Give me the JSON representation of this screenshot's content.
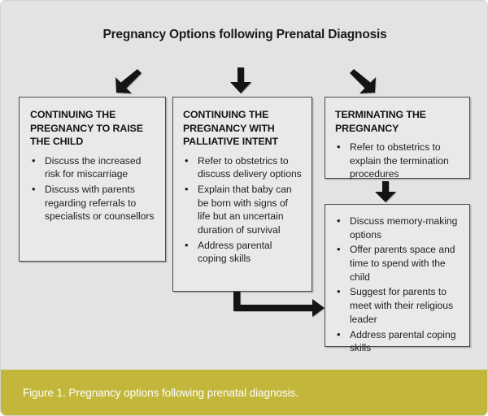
{
  "figure": {
    "title": "Pregnancy Options following Prenatal Diagnosis",
    "caption": "Figure 1. Pregnancy options following prenatal diagnosis.",
    "background_color": "#e3e3e3",
    "caption_color": "#c3b73b",
    "caption_text_color": "#ffffff",
    "box_border_color": "#4a4a4a",
    "box_fill_color": "#e9e9e9",
    "arrow_color": "#141414"
  },
  "boxes": {
    "continue_raise": {
      "heading": "CONTINUING THE PREGNANCY TO RAISE THE CHILD",
      "bullets": [
        "Discuss the increased risk for miscarriage",
        "Discuss with parents regarding referrals to specialists or counsellors"
      ]
    },
    "continue_palliative": {
      "heading": "CONTINUING THE PREGNANCY WITH PALLIATIVE INTENT",
      "bullets": [
        "Refer to obstetrics to discuss delivery options",
        "Explain that baby can be born with signs of life but an uncertain duration of survival",
        "Address parental coping skills"
      ]
    },
    "terminate": {
      "heading": "TERMINATING THE PREGNANCY",
      "bullets": [
        "Refer to obstetrics to explain the termination procedures"
      ]
    },
    "terminate_followup": {
      "heading": "",
      "bullets": [
        "Discuss memory-making options",
        "Offer parents space and time to spend with the child",
        "Suggest for parents to meet with their religious leader",
        "Address parental coping skills"
      ]
    }
  },
  "arrows": [
    {
      "name": "arrow-to-raise",
      "direction": "down-left",
      "from": "title",
      "to": "continue-raise"
    },
    {
      "name": "arrow-to-palliative",
      "direction": "down",
      "from": "title",
      "to": "continue-palliative"
    },
    {
      "name": "arrow-to-terminate",
      "direction": "down-right",
      "from": "title",
      "to": "terminate"
    },
    {
      "name": "arrow-terminate-down",
      "direction": "down",
      "from": "terminate",
      "to": "terminate-followup"
    },
    {
      "name": "arrow-palliative-to-followup",
      "direction": "elbow-right",
      "from": "continue-palliative",
      "to": "terminate-followup"
    }
  ]
}
